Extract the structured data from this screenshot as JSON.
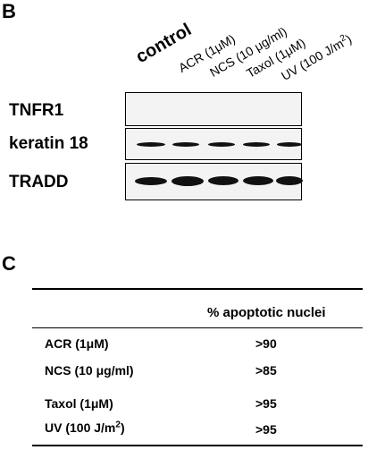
{
  "panel_b": {
    "letter": "B",
    "lanes": [
      {
        "text": "control"
      },
      {
        "text": "ACR (1μM)"
      },
      {
        "text": "NCS (10 μg/ml)"
      },
      {
        "text": "Taxol (1μM)"
      },
      {
        "text": "UV (100 J/m",
        "sup": "2",
        "after": ")"
      }
    ],
    "rows": [
      {
        "label": "TNFR1"
      },
      {
        "label": "keratin 18"
      },
      {
        "label": "TRADD"
      }
    ]
  },
  "panel_c": {
    "letter": "C",
    "column_header": "% apoptotic nuclei",
    "rows": [
      {
        "label": "ACR (1μM)",
        "value": ">90"
      },
      {
        "label": "NCS (10 μg/ml)",
        "value": ">85"
      },
      {
        "label": "Taxol (1μM)",
        "value": ">95"
      },
      {
        "label": "UV (100 J/m",
        "sup": "2",
        "after": ")",
        "value": ">95"
      }
    ]
  }
}
